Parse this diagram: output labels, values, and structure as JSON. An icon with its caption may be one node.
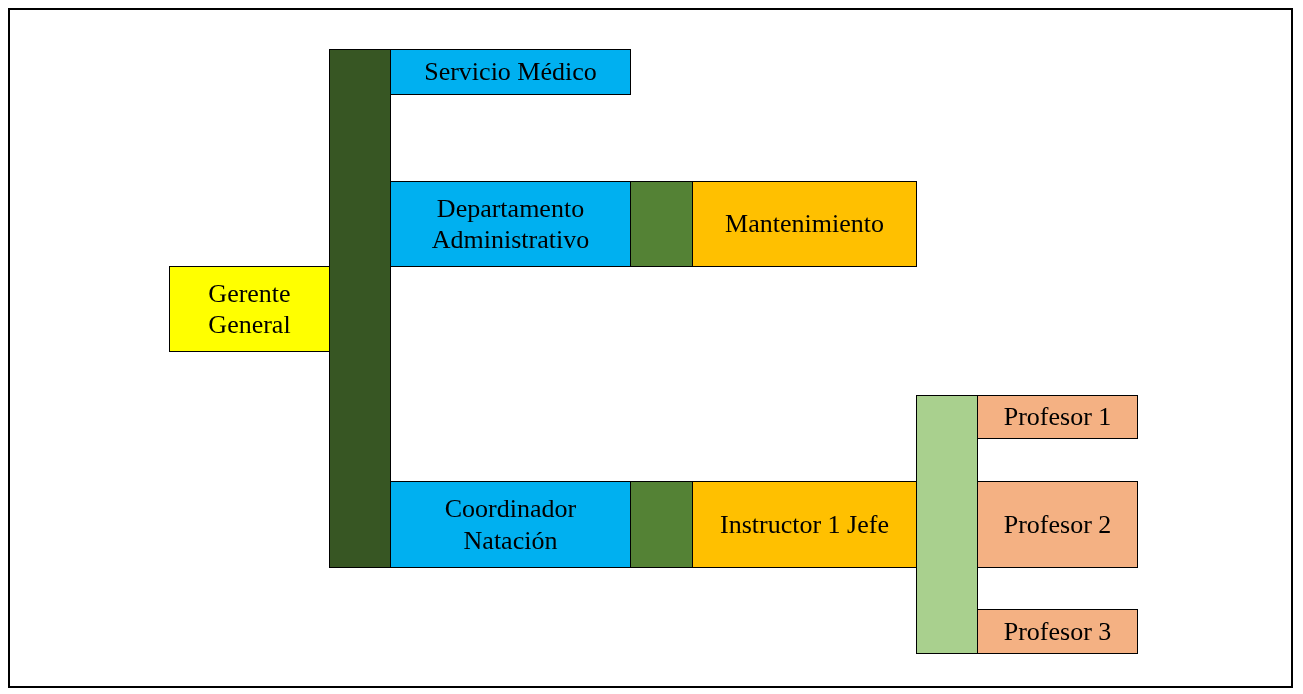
{
  "diagram": {
    "nodes": [
      {
        "text": [
          "Gerente General"
        ]
      },
      {
        "text": [],
        "shape": "bar"
      },
      {
        "text": [
          "Servicio Médico"
        ]
      },
      {
        "text": [
          "Departamento Administrativo"
        ]
      },
      {
        "text": [],
        "shape": "bar"
      },
      {
        "text": [
          "Mantenimiento"
        ]
      },
      {
        "text": [
          "Coordinador Natación"
        ]
      },
      {
        "text": [],
        "shape": "bar"
      },
      {
        "text": [
          "Instructor 1 Jefe"
        ]
      },
      {
        "text": [],
        "shape": "bar"
      },
      {
        "text": [
          "Profesor 1"
        ]
      },
      {
        "text": [
          "Profesor 2"
        ]
      },
      {
        "text": [
          "Profesor 3"
        ]
      }
    ]
  }
}
